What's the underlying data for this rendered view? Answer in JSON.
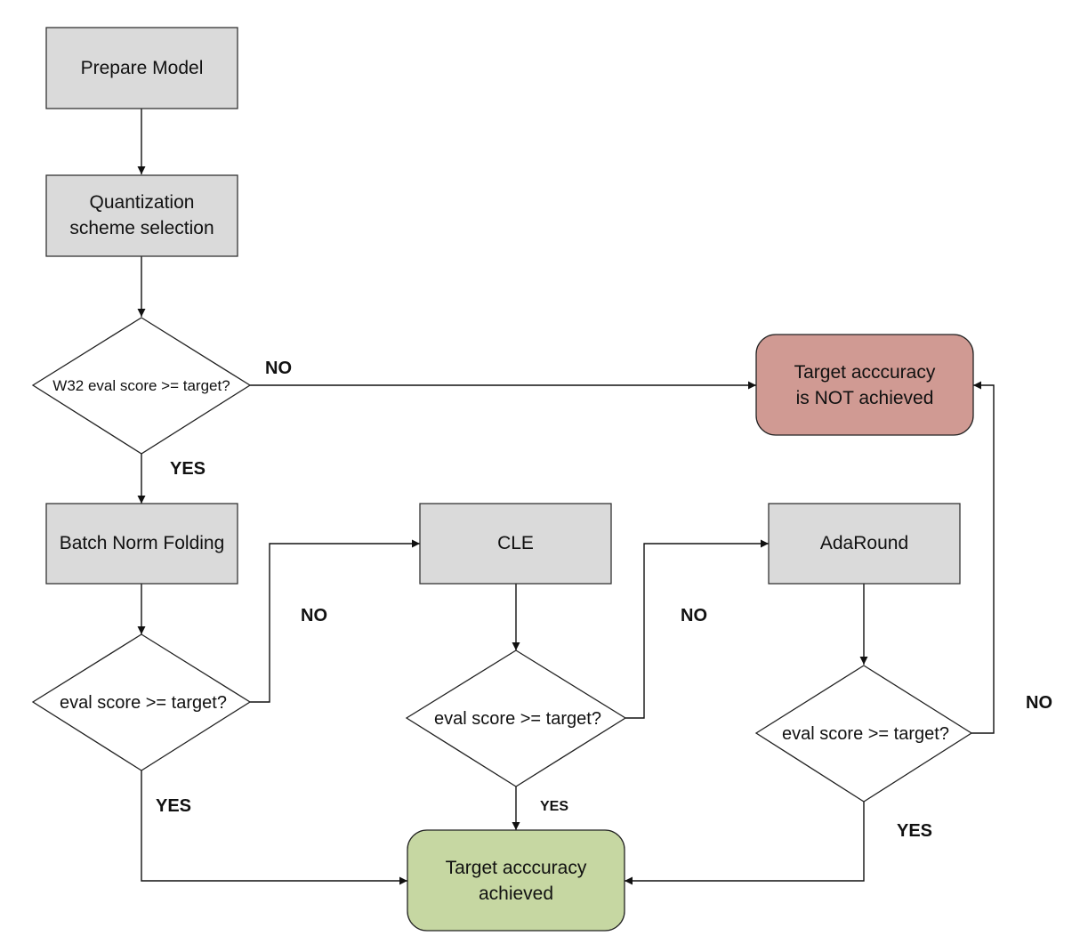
{
  "nodes": {
    "prepare_model": "Prepare Model",
    "quant_scheme": [
      "Quantization",
      "scheme selection"
    ],
    "w32_check": "W32 eval score >= target?",
    "batch_norm": "Batch Norm Folding",
    "check1": "eval score >= target?",
    "cle": "CLE",
    "check2": "eval score >= target?",
    "adaround": "AdaRound",
    "check3": "eval score >= target?",
    "target_fail": [
      "Target acccuracy",
      "is NOT achieved"
    ],
    "target_ok": [
      "Target acccuracy",
      "achieved"
    ]
  },
  "edges": {
    "w32_no": "NO",
    "w32_yes": "YES",
    "check1_no": "NO",
    "check1_yes": "YES",
    "check2_no": "NO",
    "check2_yes": "YES",
    "check3_no": "NO",
    "check3_yes": "YES"
  },
  "colors": {
    "process_fill": "#dadada",
    "success_fill": "#c6d7a2",
    "failure_fill": "#d09a93"
  }
}
